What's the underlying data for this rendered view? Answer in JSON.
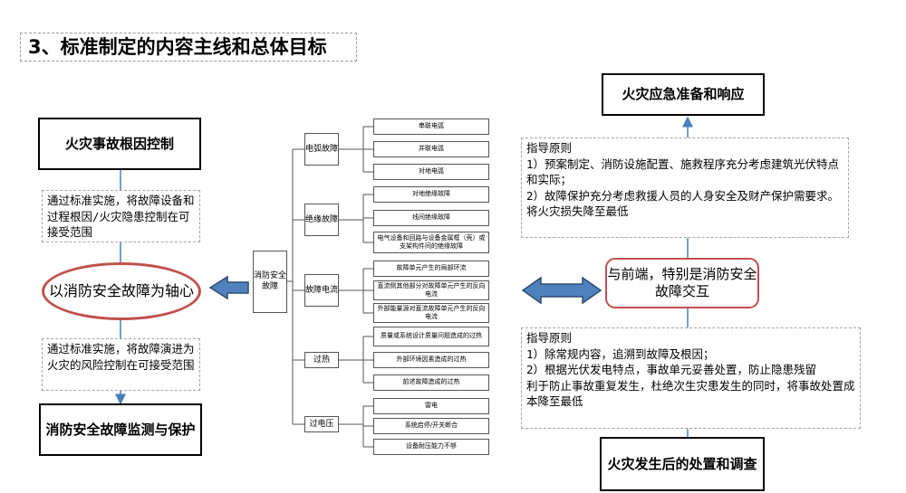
{
  "slide": {
    "title": "3、标准制定的内容主线和总体目标"
  },
  "left_panel": {
    "root_cause_box": "火灾事故根因控制",
    "note_top": "通过标准实施，将故障设备和过程根因/火灾隐患控制在可接受范围",
    "core_oval": "以消防安全故障为轴心",
    "note_bottom": "通过标准实施，将故障演进为火灾的风险控制在可接受范围",
    "monitor_box": "消防安全故障监测与保护"
  },
  "tree": {
    "root": "消防安全故障",
    "categories": [
      {
        "label": "电弧故障",
        "leaves": [
          "串联电弧",
          "并联电弧",
          "对地电弧"
        ]
      },
      {
        "label": "绝缘故障",
        "leaves": [
          "对地绝缘故障",
          "线间绝缘故障",
          "电气设备和回路与设备金属框（壳）或支架构件间的绝缘故障"
        ]
      },
      {
        "label": "故障电流",
        "leaves": [
          "故障单元产生的局部环流",
          "直流侧其他部分对故障单元产生的反向电流",
          "外部能量源对直流故障单元产生的反向电流"
        ]
      },
      {
        "label": "过热",
        "leaves": [
          "质量或系统设计质量问题造成的过热",
          "外部环境因素造成的过热",
          "前述故障造成的过热"
        ]
      },
      {
        "label": "过电压",
        "leaves": [
          "雷电",
          "系统启停/开关断合",
          "设备耐压能力不够"
        ]
      }
    ]
  },
  "right_panel": {
    "emergency_box": "火灾应急准备和响应",
    "guide1": {
      "heading": "指导原则",
      "lines": [
        "1）预案制定、消防设施配置、施救程序充分考虑建筑光伏特点和实际；",
        "2）故障保护充分考虑救援人员的人身安全及财产保护需要求。",
        "将火灾损失降至最低"
      ]
    },
    "front_oval": "与前端，特别是消防安全故障交互",
    "guide2": {
      "heading": "指导原则",
      "lines": [
        "1）除常规内容，追溯到故障及根因；",
        "2）根据光伏发电特点，事故单元妥善处置，防止隐患残留",
        "利于防止事故重复发生，杜绝次生灾患发生的同时，将事故处置成本降至最低"
      ]
    },
    "disposal_box": "火灾发生后的处置和调查"
  },
  "colors": {
    "arrow_fill": "#4f81bd",
    "arrow_stroke": "#2e4a73",
    "oval_border": "#c0504d",
    "connector": "#4a7ebb",
    "tree_line": "#555555"
  },
  "icons": {
    "left_arrow": "left-arrow-icon",
    "double_arrow": "double-arrow-icon"
  }
}
